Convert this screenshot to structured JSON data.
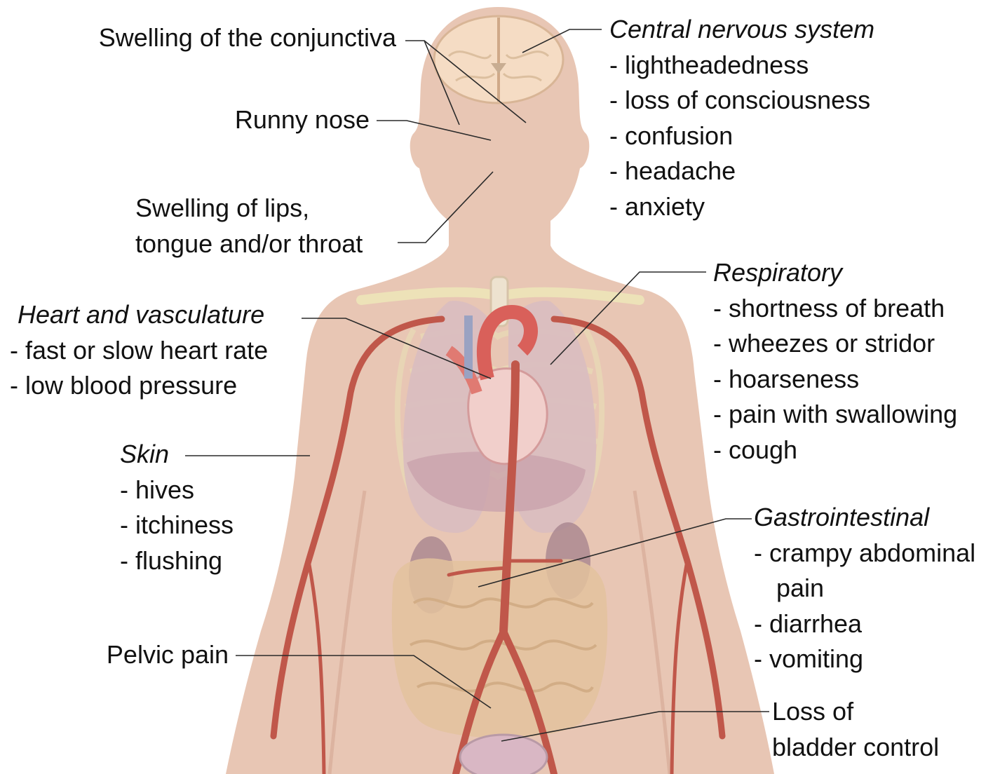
{
  "colors": {
    "skin": "#e8c6b4",
    "skin_shade": "#dcb3a0",
    "artery": "#c0574a",
    "heart": "#f1cfcb",
    "lungs": "#d9bcc0",
    "bowel": "#e3c29e",
    "bone": "#ede2b8",
    "brain": "#f5dcc4",
    "leader_line": "#2a2a2a"
  },
  "labels": {
    "conjunctiva": {
      "title": "Swelling of the conjunctiva"
    },
    "nose": {
      "title": "Runny nose"
    },
    "lips": {
      "lines": [
        "Swelling of lips,",
        "tongue and/or throat"
      ]
    },
    "heart": {
      "title": "Heart and vasculature",
      "items": [
        "- fast or slow heart rate",
        "- low blood pressure"
      ]
    },
    "skin": {
      "title": "Skin",
      "items": [
        "- hives",
        "- itchiness",
        "- flushing"
      ]
    },
    "pelvic": {
      "title": "Pelvic pain"
    },
    "cns": {
      "title": "Central nervous system",
      "items": [
        "- lightheadedness",
        "- loss of consciousness",
        "- confusion",
        "- headache",
        "- anxiety"
      ]
    },
    "respiratory": {
      "title": "Respiratory",
      "items": [
        "- shortness of breath",
        "- wheezes or stridor",
        "- hoarseness",
        "- pain with swallowing",
        "- cough"
      ]
    },
    "gi": {
      "title": "Gastrointestinal",
      "items": [
        "- crampy abdominal",
        "pain",
        "- diarrhea",
        "- vomiting"
      ]
    },
    "bladder": {
      "lines": [
        "Loss of",
        "bladder control"
      ]
    }
  }
}
